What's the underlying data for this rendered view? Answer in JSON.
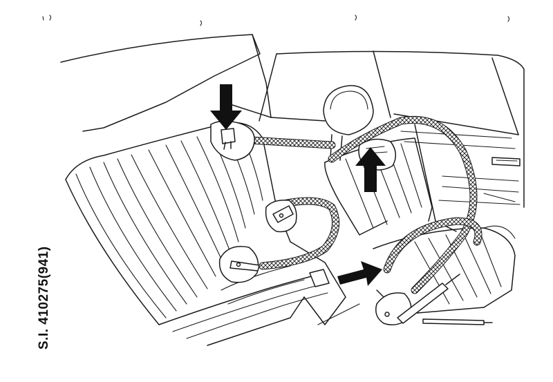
{
  "figure": {
    "reference_code": "S.I. 410275(941)",
    "arrows": [
      {
        "name": "upper-anchor-arrow",
        "direction": "down"
      },
      {
        "name": "headrest-anchor-arrow",
        "direction": "up"
      },
      {
        "name": "buckle-anchor-arrow",
        "direction": "right"
      }
    ],
    "line_color": "#1a1a1a",
    "arrow_color": "#111111"
  }
}
